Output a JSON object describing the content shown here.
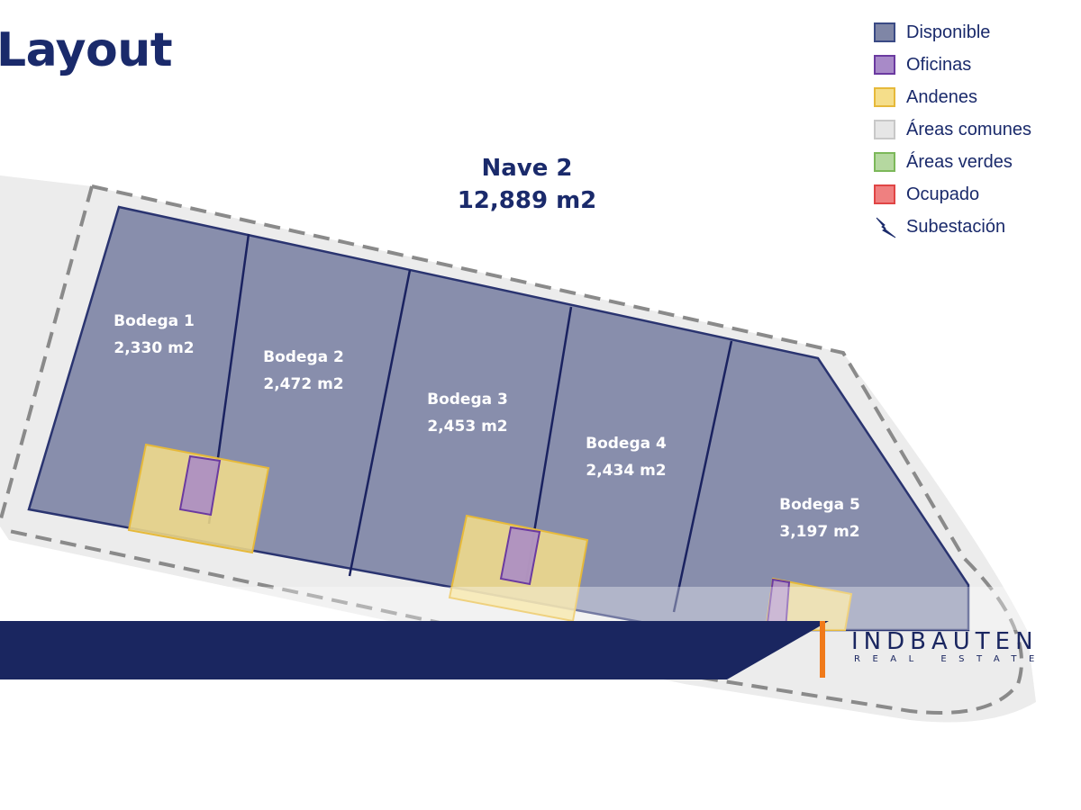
{
  "page": {
    "title": "Layout"
  },
  "nave": {
    "name": "Nave 2",
    "area": "12,889 m2"
  },
  "legend": {
    "items": [
      {
        "label": "Disponible",
        "fill": "#7f86a6",
        "border": "#3a4a85"
      },
      {
        "label": "Oficinas",
        "fill": "#a88ac8",
        "border": "#6b3aa0"
      },
      {
        "label": "Andenes",
        "fill": "#f5de8a",
        "border": "#e6b93a"
      },
      {
        "label": "Áreas comunes",
        "fill": "#e6e6e6",
        "border": "#c8c8c8"
      },
      {
        "label": "Áreas verdes",
        "fill": "#b5d8a0",
        "border": "#7cb85a"
      },
      {
        "label": "Ocupado",
        "fill": "#ef8080",
        "border": "#e04545"
      },
      {
        "label": "Subestación",
        "icon": "lightning-bolt-icon"
      }
    ]
  },
  "bodegas": [
    {
      "name": "Bodega 1",
      "area": "2,330 m2"
    },
    {
      "name": "Bodega 2",
      "area": "2,472 m2"
    },
    {
      "name": "Bodega 3",
      "area": "2,453 m2"
    },
    {
      "name": "Bodega 4",
      "area": "2,434 m2"
    },
    {
      "name": "Bodega 5",
      "area": "3,197 m2"
    }
  ],
  "brand": {
    "name": "INDBAUTEN",
    "tagline": "REAL ESTATE"
  },
  "colors": {
    "primary_navy": "#1a2a6b",
    "disponible": "#7f86a6",
    "oficinas": "#a88ac8",
    "andenes": "#f5de8a",
    "accent_orange": "#f07a1a"
  }
}
